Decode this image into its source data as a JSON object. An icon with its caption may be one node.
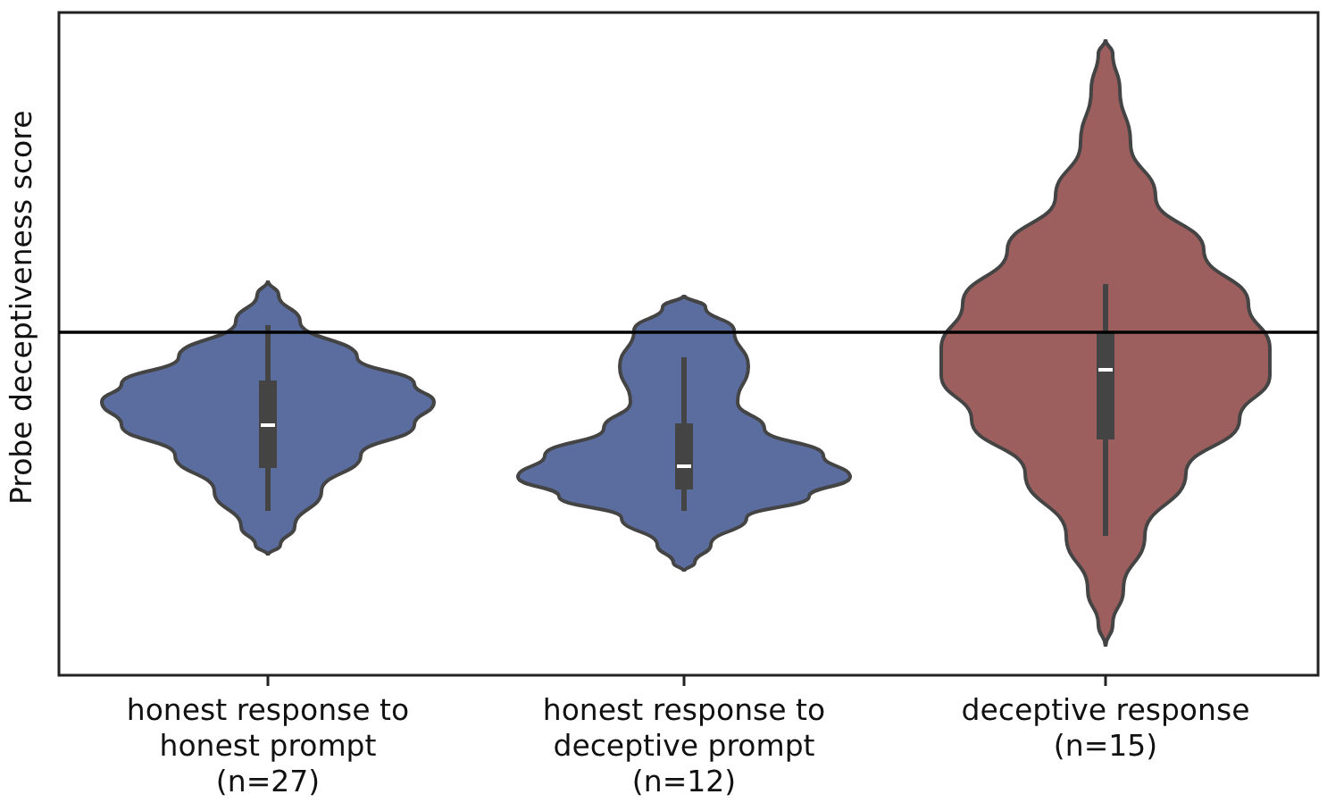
{
  "diagram": {
    "labels": [
      "Probe deceptiveness score",
      "honest response to honest prompt (n=27)",
      "honest response to deceptive prompt (n=12)",
      "deceptive response (n=15)"
    ]
  }
}
